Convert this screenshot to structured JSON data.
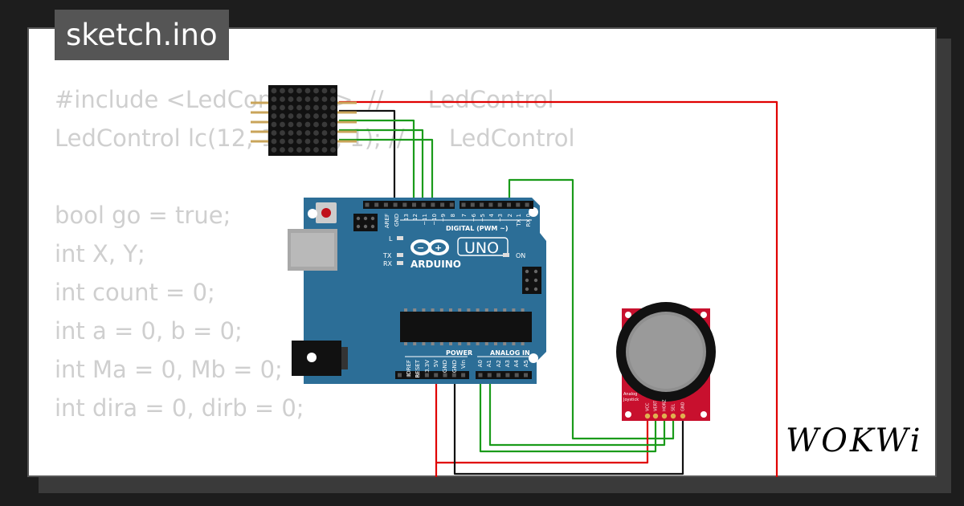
{
  "window": {
    "title": "sketch.ino"
  },
  "code_lines": [
    "#include <LedControl.h>  //      LedControl",
    "LedControl lc(12, 11, 10, 1); //      LedControl",
    "",
    "bool go = true;",
    "int X, Y;",
    "int count = 0;",
    "int a = 0, b = 0;",
    "int Ma = 0, Mb = 0;",
    "int dira = 0, dirb = 0;"
  ],
  "board": {
    "brand": "ARDUINO",
    "model": "UNO",
    "digital_label": "DIGITAL (PWM ~)",
    "power_label": "POWER",
    "analog_label": "ANALOG IN",
    "on_label": "ON",
    "led_l": "L",
    "led_tx": "TX",
    "led_rx": "RX",
    "top_pins": [
      "AREF",
      "GND",
      "13",
      "12",
      "~11",
      "~10",
      "~9",
      "8",
      "7",
      "~6",
      "~5",
      "4",
      "~3",
      "2",
      "TX 1",
      "RX 0"
    ],
    "power_pins": [
      "IOREF",
      "RESET",
      "3.3V",
      "5V",
      "GND",
      "GND",
      "Vin"
    ],
    "analog_pins": [
      "A0",
      "A1",
      "A2",
      "A3",
      "A4",
      "A5"
    ]
  },
  "joystick": {
    "label_line1": "Analog",
    "label_line2": "Joystick",
    "pins": [
      "VCC",
      "VERT",
      "HORZ",
      "SEL",
      "GND"
    ]
  },
  "logo": "WOKWi",
  "colors": {
    "board": "#2c6e97",
    "joystick_board": "#c8102e",
    "wire_red": "#e00000",
    "wire_green": "#1a9b1a",
    "wire_black": "#111111"
  }
}
